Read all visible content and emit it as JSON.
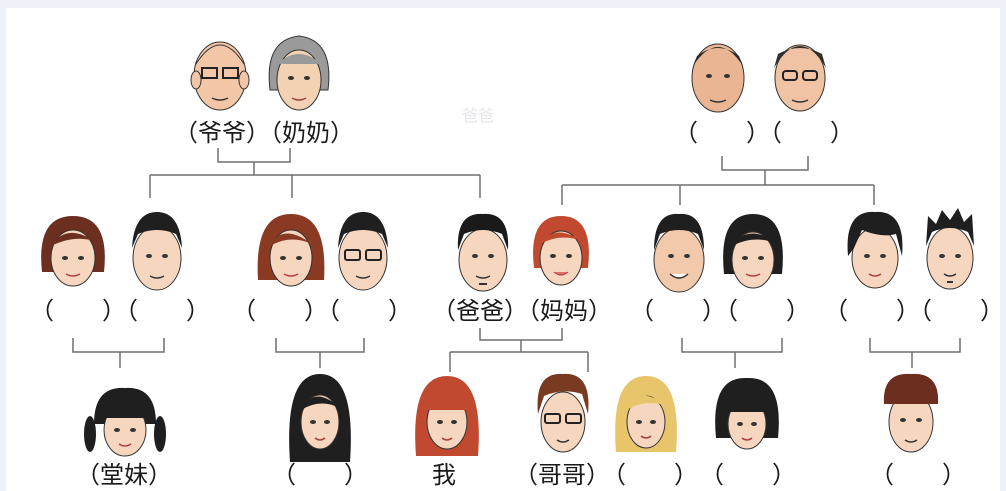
{
  "labels": {
    "grandpa_pat": "（爷爷）",
    "grandma_pat": "（奶奶）",
    "grandpa_mat": "（　　）",
    "grandma_mat": "（　　）",
    "aunt1_a": "（　　）",
    "aunt1_b": "（　　）",
    "aunt2_a": "（　　）",
    "aunt2_b": "（　　）",
    "dad": "（爸爸）",
    "mom": "（妈妈）",
    "uncle3_a": "（　　）",
    "uncle3_b": "（　　）",
    "uncle4_a": "（　　）",
    "uncle4_b": "（　　）",
    "cousin1": "（堂妹）",
    "cousin2": "（　　）",
    "me": "我",
    "brother": "（哥哥）",
    "blonde": "（　　）",
    "cousin4": "（　　）",
    "cousin5": "（　　）"
  },
  "watermark": "爸爸",
  "colors": {
    "line": "#6f6f6f",
    "skin": "#f6d6bf",
    "skin_dark": "#e3b08d",
    "hair_dark": "#1f1f1f",
    "hair_brown": "#7a3a22",
    "hair_red": "#c0492f",
    "hair_blonde": "#e8c46a",
    "hair_gray": "#8c8c8c"
  }
}
